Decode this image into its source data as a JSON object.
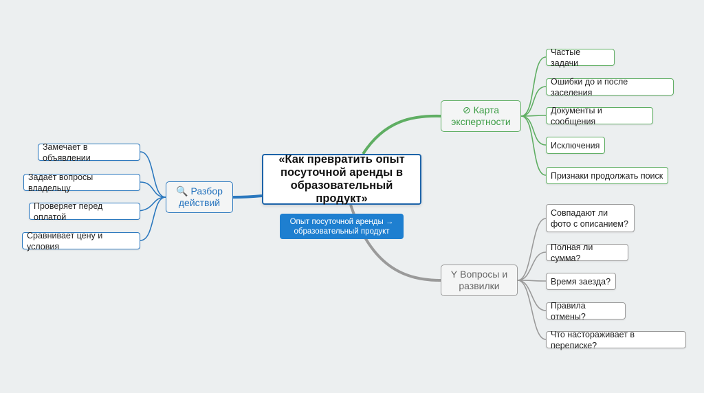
{
  "central": {
    "title": "«Как превратить опыт посуточной аренды в образовательный продукт»",
    "subtitle": "Опыт посуточной аренды → образовательный продукт"
  },
  "branches": {
    "expertise": {
      "icon": "⊘",
      "label": "Карта экспертности",
      "color": "#5fae63",
      "items": [
        "Частые задачи",
        "Ошибки до и после заселения",
        "Документы и сообщения",
        "Исключения",
        "Признаки продолжать поиск"
      ]
    },
    "questions": {
      "icon": "Y",
      "label": "Вопросы и развилки",
      "color": "#9a9a9a",
      "items": [
        "Совпадают ли фото с описанием?",
        "Полная ли сумма?",
        "Время заезда?",
        "Правила отмены?",
        "Что настораживает в переписке?"
      ]
    },
    "actions": {
      "icon": "🔍",
      "label": "Разбор действий",
      "color": "#2b78be",
      "items": [
        "Замечает в объявлении",
        "Задаёт вопросы владельцу",
        "Проверяет перед оплатой",
        "Сравнивает цену и условия"
      ]
    }
  }
}
